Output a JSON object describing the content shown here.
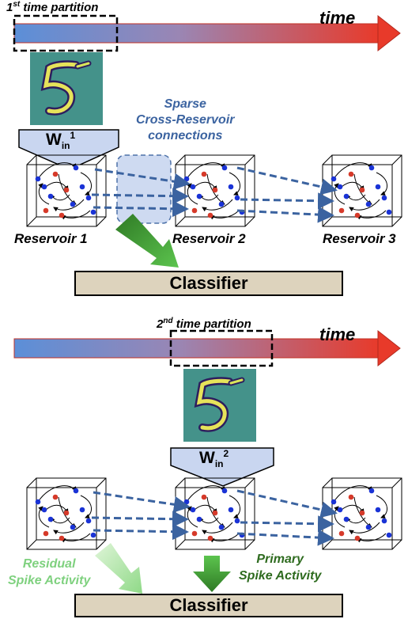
{
  "top": {
    "partition_label": "1",
    "partition_sup": "st",
    "partition_rest": " time partition",
    "time_label": "time",
    "win_base": "W",
    "win_sub": "in",
    "win_sup": "1",
    "cross_reservoir": [
      "Sparse",
      "Cross-Reservoir",
      "connections"
    ],
    "reservoirs": [
      "Reservoir 1",
      "Reservoir 2",
      "Reservoir 3"
    ],
    "classifier": "Classifier"
  },
  "bottom": {
    "partition_label": "2",
    "partition_sup": "nd",
    "partition_rest": " time partition",
    "time_label": "time",
    "win_base": "W",
    "win_sub": "in",
    "win_sup": "2",
    "residual": [
      "Residual",
      "Spike Activity"
    ],
    "primary": [
      "Primary",
      "Spike Activity"
    ],
    "classifier": "Classifier"
  },
  "colors": {
    "timeline_start": "#5b8fd8",
    "timeline_mid": "#9a86b4",
    "timeline_end": "#e83a2a",
    "node_blue": "#1a33d6",
    "node_red": "#d63a2a",
    "dashed_link": "#3b63a0",
    "input_arrow": "#c9d6f0",
    "green_primary": "#2f9a35",
    "green_residual": "#9fe09a",
    "classifier_bg": "#ddd3bd"
  },
  "icons": [
    "digit-five-image",
    "reservoir-cube-icon",
    "input-arrow-icon",
    "readout-arrow-icon"
  ]
}
